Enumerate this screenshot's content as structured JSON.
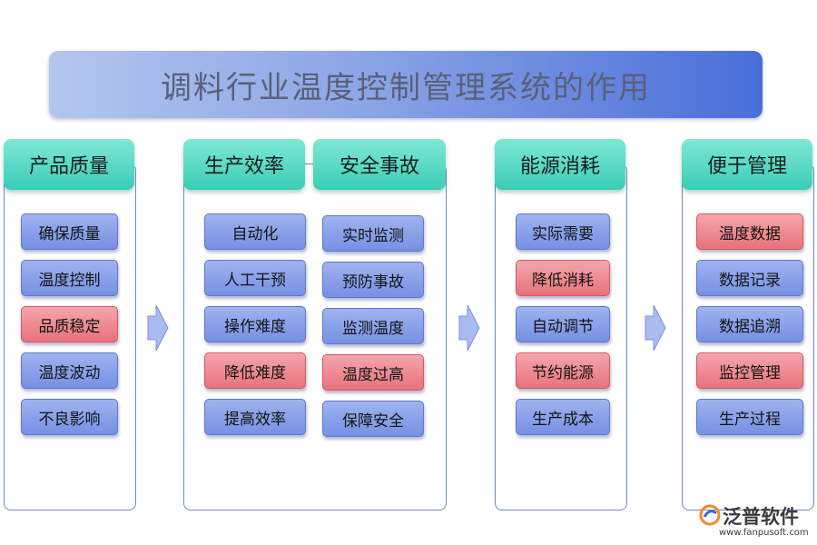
{
  "title": "调料行业温度控制管理系统的作用",
  "columns": [
    {
      "header": "产品质量",
      "items": [
        {
          "label": "确保质量",
          "highlight": false
        },
        {
          "label": "温度控制",
          "highlight": false
        },
        {
          "label": "品质稳定",
          "highlight": true
        },
        {
          "label": "温度波动",
          "highlight": false
        },
        {
          "label": "不良影响",
          "highlight": false
        }
      ]
    },
    {
      "header": "生产效率",
      "items": [
        {
          "label": "自动化",
          "highlight": false
        },
        {
          "label": "人工干预",
          "highlight": false
        },
        {
          "label": "操作难度",
          "highlight": false
        },
        {
          "label": "降低难度",
          "highlight": true
        },
        {
          "label": "提高效率",
          "highlight": false
        }
      ]
    },
    {
      "header": "安全事故",
      "items": [
        {
          "label": "实时监测",
          "highlight": false
        },
        {
          "label": "预防事故",
          "highlight": false
        },
        {
          "label": "监测温度",
          "highlight": false
        },
        {
          "label": "温度过高",
          "highlight": true
        },
        {
          "label": "保障安全",
          "highlight": false
        }
      ]
    },
    {
      "header": "能源消耗",
      "items": [
        {
          "label": "实际需要",
          "highlight": false
        },
        {
          "label": "降低消耗",
          "highlight": true
        },
        {
          "label": "自动调节",
          "highlight": false
        },
        {
          "label": "节约能源",
          "highlight": true
        },
        {
          "label": "生产成本",
          "highlight": false
        }
      ]
    },
    {
      "header": "便于管理",
      "items": [
        {
          "label": "温度数据",
          "highlight": true
        },
        {
          "label": "数据记录",
          "highlight": false
        },
        {
          "label": "数据追溯",
          "highlight": false
        },
        {
          "label": "监控管理",
          "highlight": true
        },
        {
          "label": "生产过程",
          "highlight": false
        }
      ]
    }
  ],
  "logo": {
    "brand": "泛普软件",
    "url": "www.fanpusoft.com"
  },
  "colors": {
    "item": "#8aa2ea",
    "highlight": "#ee8c94",
    "header": "#4fd6bf",
    "title": "#7d98e4",
    "arrow": "#8fa7ee"
  }
}
